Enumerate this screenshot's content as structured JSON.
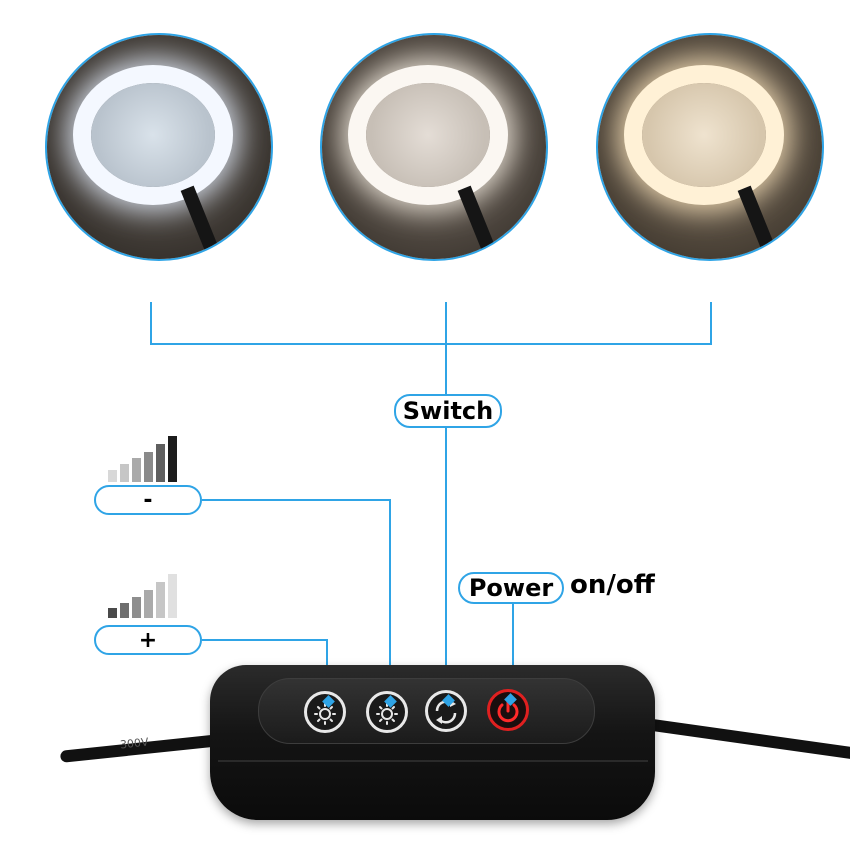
{
  "lamps": [
    {
      "name": "cool-white",
      "ring_color": "#f4f8ff",
      "inner_color": "#c9d2dc",
      "bg_color": "#4b4640"
    },
    {
      "name": "neutral-white",
      "ring_color": "#fbf7f2",
      "inner_color": "#d6cfc8",
      "bg_color": "#5a5148"
    },
    {
      "name": "warm-white",
      "ring_color": "#fff1d6",
      "inner_color": "#e6d8c2",
      "bg_color": "#5f5446"
    }
  ],
  "labels": {
    "switch": "Switch",
    "minus": "-",
    "plus": "+",
    "power": "Power",
    "power_suffix": "on/off"
  },
  "controller": {
    "buttons": [
      {
        "name": "brightness-down",
        "icon": "sun-icon"
      },
      {
        "name": "brightness-up",
        "icon": "sun-icon"
      },
      {
        "name": "color-switch",
        "icon": "cycle-arrows-icon"
      },
      {
        "name": "power",
        "icon": "power-icon"
      }
    ],
    "cable_text": "300V",
    "accent": "#2fa4e6",
    "power_color": "#e02020"
  },
  "signal_bars": {
    "minus": {
      "active_bar": 6
    },
    "plus": {
      "active_bar": 1
    }
  }
}
